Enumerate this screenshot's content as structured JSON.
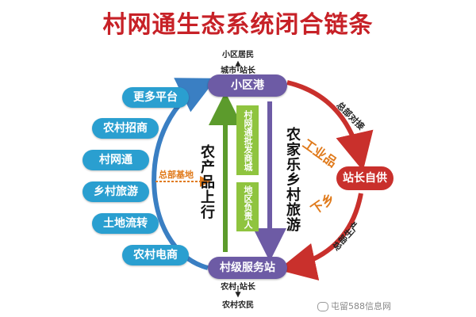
{
  "title": "村网通生态系统闭合链条",
  "top_node": "小区港",
  "bottom_node": "村级服务站",
  "top_labels": [
    "小区居民",
    "城市·站长"
  ],
  "bottom_labels": [
    "农村·站长",
    "农村农民"
  ],
  "left_pills": [
    "更多平台",
    "农村招商",
    "村网通",
    "乡村旅游",
    "土地流转",
    "农村电商"
  ],
  "left_center_label": "总部基地",
  "left_vertical": "农产品上行",
  "green_boxes": [
    "村网通批发商城",
    "地区负责人"
  ],
  "right_vertical": "农家乐乡村旅游",
  "right_node": "站长自供",
  "right_arc_top": "总部对接",
  "right_arc_bottom": "总部生产",
  "right_orange_top": "工业品",
  "right_orange_bottom": "下乡",
  "watermark": "屯留588信息网",
  "colors": {
    "title_red": "#c72127",
    "pill_blue": "#2a9fd0",
    "node_purple": "#6d5ba5",
    "arc_blue": "#3a7fc3",
    "arc_red": "#c9302c",
    "green": "#8fc43f",
    "orange": "#e07a1b"
  }
}
